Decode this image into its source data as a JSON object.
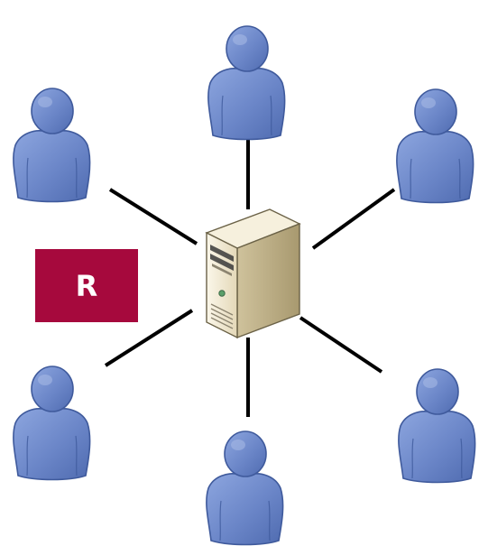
{
  "badge": {
    "label": "R",
    "color": "#a6093d"
  },
  "colors": {
    "person_fill": "#6b86c8",
    "person_stroke": "#3f5a9c",
    "person_highlight": "#93aadd",
    "connector": "#000000",
    "server_body": "#efe6cf",
    "server_side": "#b9ab84",
    "server_top": "#f7f2e2",
    "server_edge": "#6b6247"
  },
  "diagram": {
    "hub_icon": "server-icon",
    "node_icon": "person-icon",
    "nodes": [
      "top",
      "upper-left",
      "upper-right",
      "lower-left",
      "lower-right",
      "bottom"
    ]
  }
}
